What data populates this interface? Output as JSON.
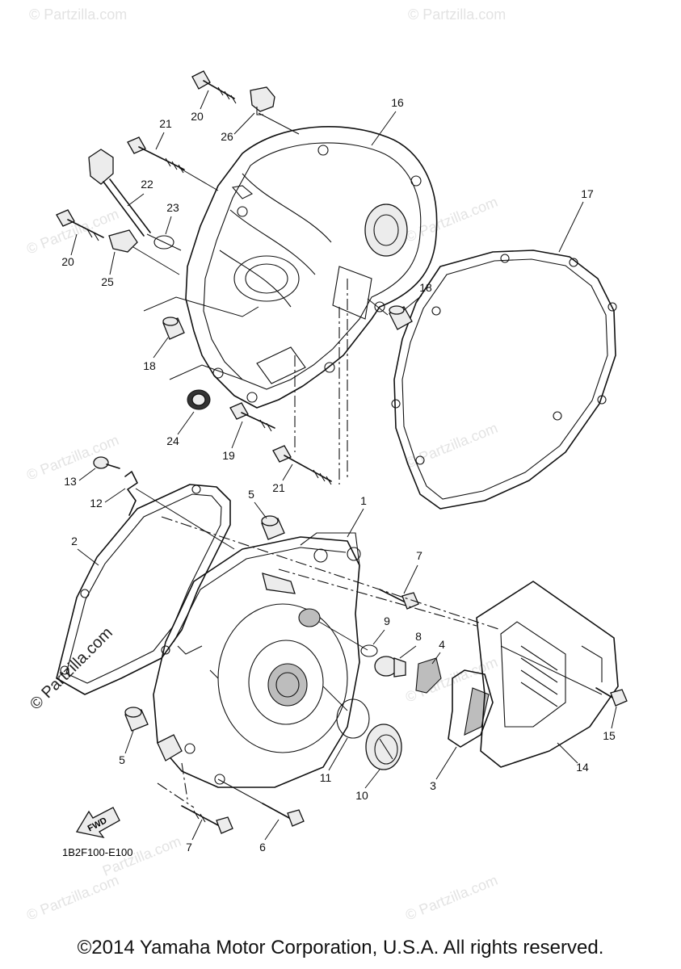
{
  "diagram": {
    "code": "1B2F100-E100",
    "fwd_label": "FWD",
    "watermark": "© Partzilla.com",
    "watermark_short": "Partzilla.com",
    "callouts": {
      "c1": "1",
      "c2": "2",
      "c3": "3",
      "c4": "4",
      "c5a": "5",
      "c5b": "5",
      "c6": "6",
      "c7a": "7",
      "c7b": "7",
      "c8": "8",
      "c9": "9",
      "c10": "10",
      "c11": "11",
      "c12": "12",
      "c13": "13",
      "c14": "14",
      "c15": "15",
      "c16": "16",
      "c17": "17",
      "c18a": "18",
      "c18b": "18",
      "c19": "19",
      "c20a": "20",
      "c20b": "20",
      "c21a": "21",
      "c21b": "21",
      "c22": "22",
      "c23": "23",
      "c24": "24",
      "c25": "25",
      "c26": "26"
    }
  },
  "footer": {
    "copyright": "©2014 Yamaha Motor Corporation, U.S.A. All rights reserved."
  }
}
